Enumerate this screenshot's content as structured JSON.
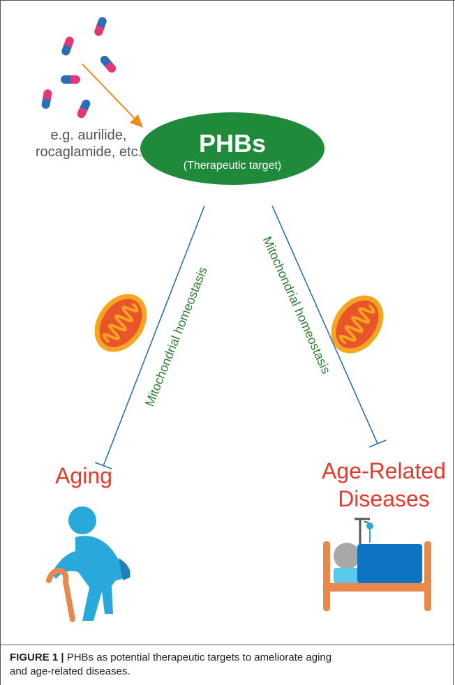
{
  "drug": {
    "line1": "e.g. aurilide,",
    "line2": "rocaglamide, etc."
  },
  "target": {
    "title": "PHBs",
    "subtitle": "(Therapeutic target)"
  },
  "pathways": {
    "left_label": "Mitochondrial homeostasis",
    "right_label": "Mitochondrial homeostasis"
  },
  "outcomes": {
    "aging": "Aging",
    "diseases_line1": "Age-Related",
    "diseases_line2": "Diseases"
  },
  "caption": {
    "figure_label": "FIGURE 1 |",
    "text_line1": "PHBs as potential therapeutic targets to ameliorate aging",
    "text_line2": "and age-related diseases."
  },
  "colors": {
    "phb_green": "#1e8a3a",
    "arrow_orange": "#f08a1e",
    "line_blue": "#2a6fb5",
    "outcome_red": "#e53a2b",
    "mito_outer": "#f5a51e",
    "mito_inner": "#e8552a",
    "person_blue": "#29a8dc",
    "cane_orange": "#e8884a",
    "capsule_blue": "#2a6fb5",
    "capsule_pink": "#e6367a"
  },
  "icons": [
    "capsule-icon",
    "mitochondrion-icon",
    "elderly-person-icon",
    "hospital-bed-icon"
  ]
}
